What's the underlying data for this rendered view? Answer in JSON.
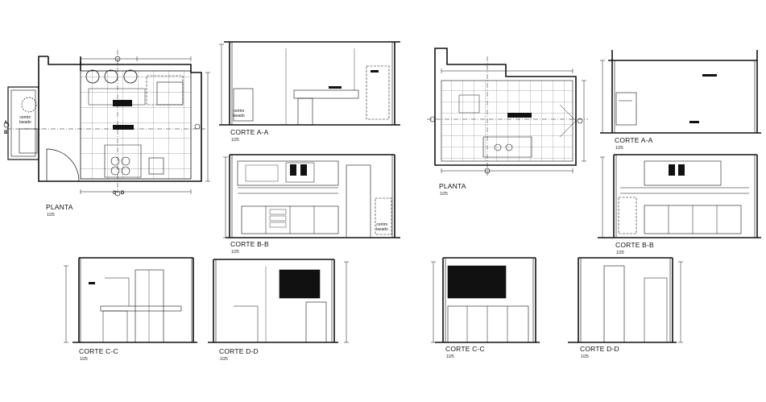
{
  "drawings": {
    "planta_1": {
      "title": "PLANTA",
      "scale": "1/25"
    },
    "corte_aa_1": {
      "title": "CORTE A-A",
      "scale": "1/25"
    },
    "corte_bb_1": {
      "title": "CORTE B-B",
      "scale": "1/25"
    },
    "corte_cc_1": {
      "title": "CORTE C-C",
      "scale": "1/25"
    },
    "corte_dd_1": {
      "title": "CORTE D-D",
      "scale": "1/25"
    },
    "planta_2": {
      "title": "PLANTA",
      "scale": "1/25"
    },
    "corte_aa_2": {
      "title": "CORTE A-A",
      "scale": "1/25"
    },
    "corte_bb_2": {
      "title": "CORTE B-B",
      "scale": "1/25"
    },
    "corte_cc_2": {
      "title": "CORTE C-C",
      "scale": "1/25"
    },
    "corte_dd_2": {
      "title": "CORTE D-D",
      "scale": "1/25"
    }
  },
  "notes": {
    "centro_lavado_1": "centro\nlavado",
    "centro_lavado_2": "centro\nlavado",
    "centro_lavado_3": "centro\nlavado"
  },
  "section_marks": {
    "a": "A",
    "b": "B",
    "c": "C",
    "d": "D"
  },
  "colors": {
    "ink": "#111111",
    "paper": "#ffffff"
  }
}
